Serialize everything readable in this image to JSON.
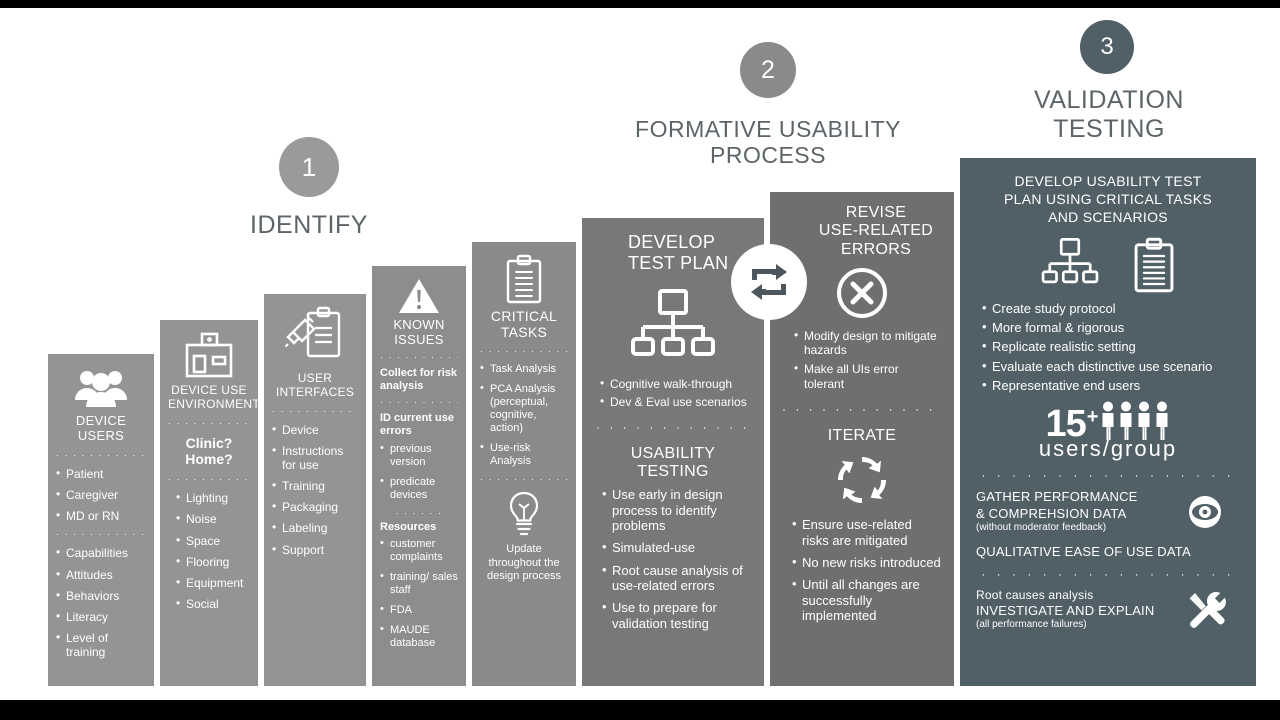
{
  "theme": {
    "page_bg": "#ffffff",
    "letterbox": "#000000",
    "gray_light": "#949494",
    "gray_mid": "#787878",
    "gray_dark": "#706f6f",
    "slate": "#515f66",
    "text_white": "#ffffff",
    "title_gray": "#5d6468"
  },
  "phases": [
    {
      "number": "1",
      "title": "IDENTIFY",
      "circle_color": "#9a9a9a"
    },
    {
      "number": "2",
      "title_line1": "FORMATIVE USABILITY",
      "title_line2": "PROCESS",
      "circle_color": "#8a8a8a"
    },
    {
      "number": "3",
      "title_line1": "VALIDATION",
      "title_line2": "TESTING",
      "circle_color": "#515f66"
    }
  ],
  "columns": {
    "device_users": {
      "icon": "people-group-icon",
      "heading_line1": "DEVICE",
      "heading_line2": "USERS",
      "bullets_a": [
        "Patient",
        "Caregiver",
        "MD or RN"
      ],
      "bullets_b": [
        "Capabilities",
        "Attitudes",
        "Behaviors",
        "Literacy",
        "Level of training"
      ]
    },
    "device_use_environment": {
      "icon": "hospital-building-icon",
      "heading_line1": "DEVICE USE",
      "heading_line2": "ENVIRONMENT",
      "sub_line1": "Clinic?",
      "sub_line2": "Home?",
      "bullets": [
        "Lighting",
        "Noise",
        "Space",
        "Flooring",
        "Equipment",
        "Social"
      ]
    },
    "user_interfaces": {
      "icon": "syringe-clipboard-icon",
      "heading_line1": "USER",
      "heading_line2": "INTERFACES",
      "bullets": [
        "Device",
        "Instructions for use",
        "Training",
        "Packaging",
        "Labeling",
        "Support"
      ]
    },
    "known_issues": {
      "icon": "warning-triangle-icon",
      "heading_line1": "KNOWN",
      "heading_line2": "ISSUES",
      "sub1": "Collect for risk analysis",
      "sub2": "ID current use errors",
      "bullets_a": [
        "previous version",
        "predicate devices"
      ],
      "sub3": "Resources",
      "bullets_b": [
        "customer complaints",
        "training/ sales staff",
        "FDA",
        "MAUDE database"
      ]
    },
    "critical_tasks": {
      "icon": "clipboard-list-icon",
      "heading_line1": "CRITICAL",
      "heading_line2": "TASKS",
      "bullets": [
        "Task Analysis",
        "PCA Analysis (perceptual, cognitive, action)",
        "Use-risk Analysis"
      ],
      "footer_icon": "lightbulb-icon",
      "footer_text": "Update throughout the design process"
    },
    "develop_test_plan": {
      "heading_line1": "DEVELOP",
      "heading_line2": "TEST PLAN",
      "badge_icon": "repeat-loop-icon",
      "icon": "org-chart-icon",
      "bullets_a": [
        "Cognitive walk-through",
        "Dev & Eval use scenarios"
      ],
      "section_title": "USABILITY  TESTING",
      "bullets_b": [
        "Use early in design process to identify problems",
        "Simulated-use",
        "Root cause analysis of use-related errors",
        "Use to prepare for validation testing"
      ]
    },
    "revise_errors": {
      "heading_line1": "REVISE",
      "heading_line2": "USE-RELATED",
      "heading_line3": "ERRORS",
      "icon": "circle-x-icon",
      "bullets_a": [
        "Modify design to mitigate hazards",
        "Make all UIs error tolerant"
      ],
      "section_title": "ITERATE",
      "section_icon": "cycle-arrows-icon",
      "bullets_b": [
        "Ensure use-related risks are mitigated",
        "No new risks introduced",
        "Until all changes are successfully implemented"
      ]
    },
    "validation": {
      "heading_line1": "DEVELOP USABILITY TEST",
      "heading_line2": "PLAN USING CRITICAL TASKS",
      "heading_line3": "AND SCENARIOS",
      "icon_left": "org-chart-icon",
      "icon_right": "clipboard-list-icon",
      "bullets": [
        "Create study protocol",
        "More formal & rigorous",
        "Replicate realistic setting",
        "Evaluate each distinctive use scenario",
        "Representative end users"
      ],
      "stat_number": "15",
      "stat_plus": "+",
      "stat_label": "users/group",
      "people_icon": "person-icon",
      "people_count": 4,
      "gather_line1": "GATHER PERFORMANCE",
      "gather_line2": "& COMPREHSION DATA",
      "gather_note": "(without moderator feedback)",
      "gather_icon": "eye-icon",
      "qualitative": "QUALITATIVE EASE OF USE DATA",
      "root_causes": "Root causes analysis",
      "investigate": "INVESTIGATE AND EXPLAIN",
      "investigate_note": "(all performance failures)",
      "tools_icon": "wrench-screwdriver-icon"
    }
  }
}
